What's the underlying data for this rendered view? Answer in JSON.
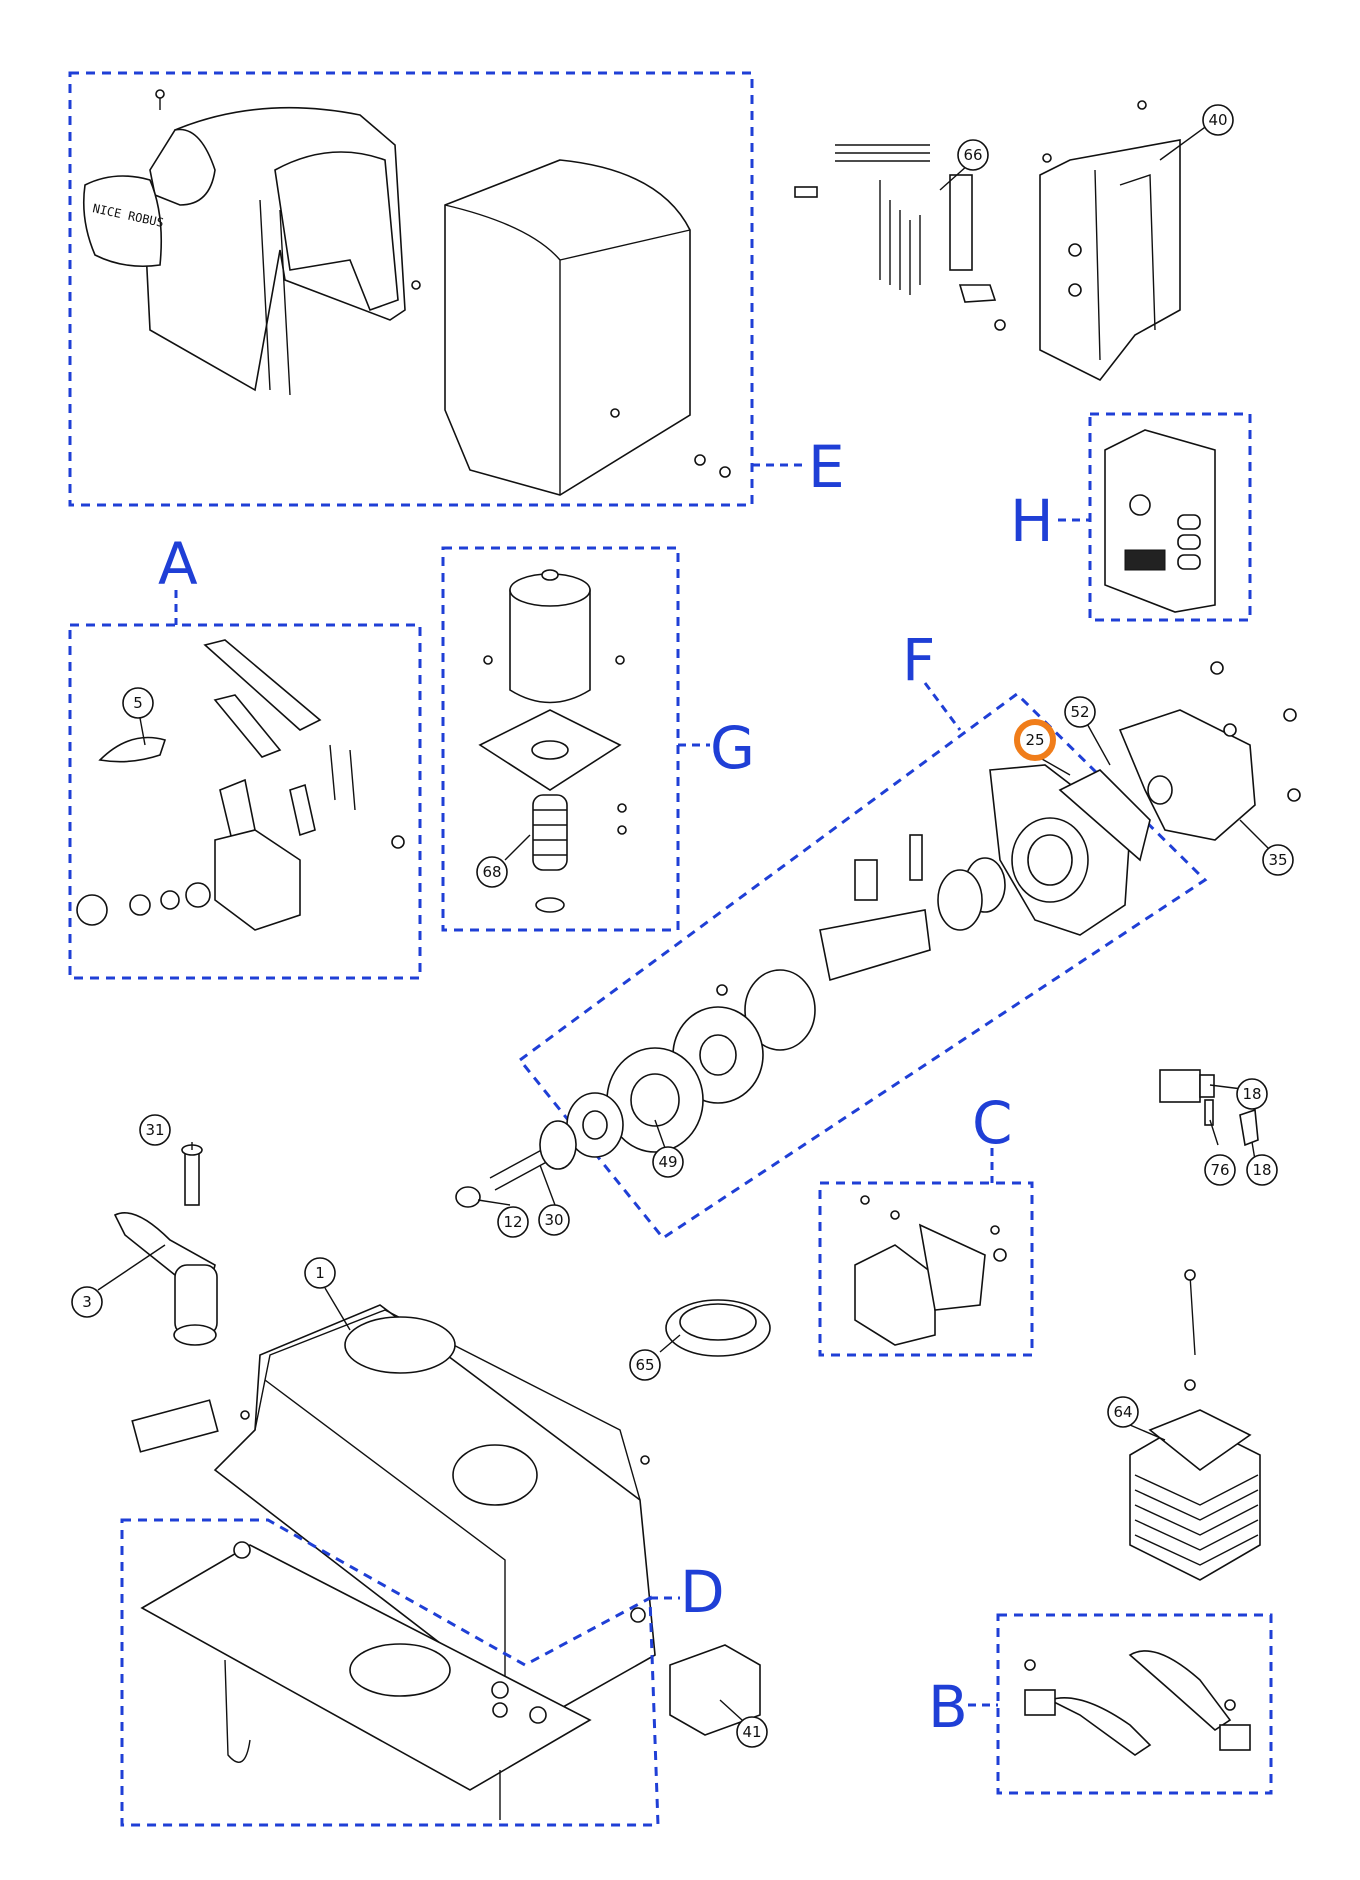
{
  "group_labels": {
    "A": "A",
    "B": "B",
    "C": "C",
    "D": "D",
    "E": "E",
    "F": "F",
    "G": "G",
    "H": "H"
  },
  "callouts": {
    "c1": "1",
    "c3": "3",
    "c5": "5",
    "c12": "12",
    "c18a": "18",
    "c18b": "18",
    "c25": "25",
    "c30": "30",
    "c31": "31",
    "c35": "35",
    "c40": "40",
    "c41": "41",
    "c49": "49",
    "c52": "52",
    "c64": "64",
    "c65": "65",
    "c66": "66",
    "c68": "68",
    "c76": "76"
  },
  "brand_text": "NICE ROBUS",
  "colors": {
    "group_outline": "#1f3fd6",
    "highlight": "#f07d1a",
    "line_art": "#111111"
  },
  "highlighted_callout": "25"
}
